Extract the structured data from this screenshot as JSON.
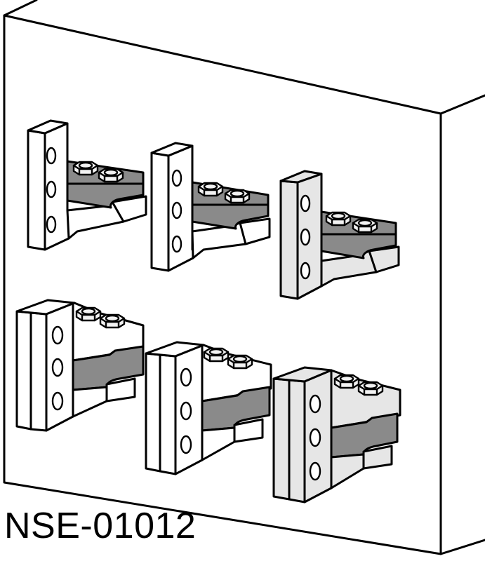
{
  "caption": {
    "text": "NSE-01012"
  },
  "colors": {
    "background": "#ffffff",
    "line": "#000000",
    "white_part": "#ffffff",
    "grey_part": "#e6e6e6",
    "jaw_dark": "#8a8a8a",
    "bolt": "#f2f2f2"
  },
  "parts": [
    {
      "name": "top-left-bracket",
      "finish": "white_part"
    },
    {
      "name": "top-middle-bracket",
      "finish": "white_part"
    },
    {
      "name": "top-right-bracket",
      "finish": "grey_part"
    },
    {
      "name": "bottom-left-bracket",
      "finish": "white_part"
    },
    {
      "name": "bottom-middle-bracket",
      "finish": "white_part"
    },
    {
      "name": "bottom-right-bracket",
      "finish": "grey_part"
    }
  ]
}
